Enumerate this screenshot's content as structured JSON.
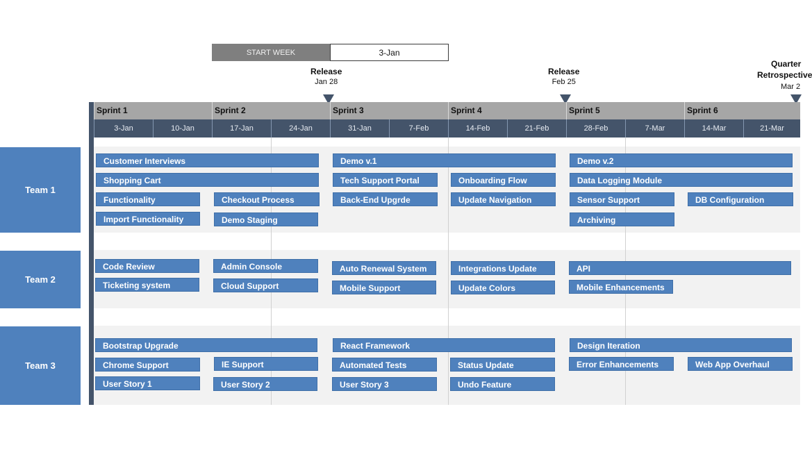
{
  "start_week": {
    "label": "START WEEK",
    "value": "3-Jan"
  },
  "milestones": [
    {
      "title": "Release",
      "date": "Jan 28"
    },
    {
      "title": "Release",
      "date": "Feb 25"
    },
    {
      "title": "Quarter",
      "title2": "Retrospective",
      "date": "Mar 2"
    }
  ],
  "sprints": [
    "Sprint 1",
    "Sprint 2",
    "Sprint 3",
    "Sprint 4",
    "Sprint 5",
    "Sprint 6"
  ],
  "weeks": [
    "3-Jan",
    "10-Jan",
    "17-Jan",
    "24-Jan",
    "31-Jan",
    "7-Feb",
    "14-Feb",
    "21-Feb",
    "28-Feb",
    "7-Mar",
    "14-Mar",
    "21-Mar"
  ],
  "teams": [
    {
      "name": "Team 1",
      "tasks": [
        "Customer Interviews",
        "Demo v.1",
        "Demo v.2",
        "Shopping Cart",
        "Tech Support Portal",
        "Onboarding Flow",
        "Data Logging Module",
        "Functionality",
        "Checkout Process",
        "Back-End Upgrde",
        "Update Navigation",
        "Sensor Support",
        "DB Configuration",
        "Import Functionality",
        "Demo Staging",
        "Archiving"
      ]
    },
    {
      "name": "Team 2",
      "tasks": [
        "Code Review",
        "Admin Console",
        "Auto Renewal System",
        "Integrations Update",
        "API",
        "Ticketing system",
        "Cloud Support",
        "Mobile Support",
        "Update Colors",
        "Mobile Enhancements"
      ]
    },
    {
      "name": "Team 3",
      "tasks": [
        "Bootstrap Upgrade",
        "React Framework",
        "Design Iteration",
        "Chrome Support",
        "IE Support",
        "Automated Tests",
        "Status Update",
        "Error Enhancements",
        "Web App Overhaul",
        "User Story 1",
        "User Story 2",
        "User Story 3",
        "Undo Feature"
      ]
    }
  ]
}
